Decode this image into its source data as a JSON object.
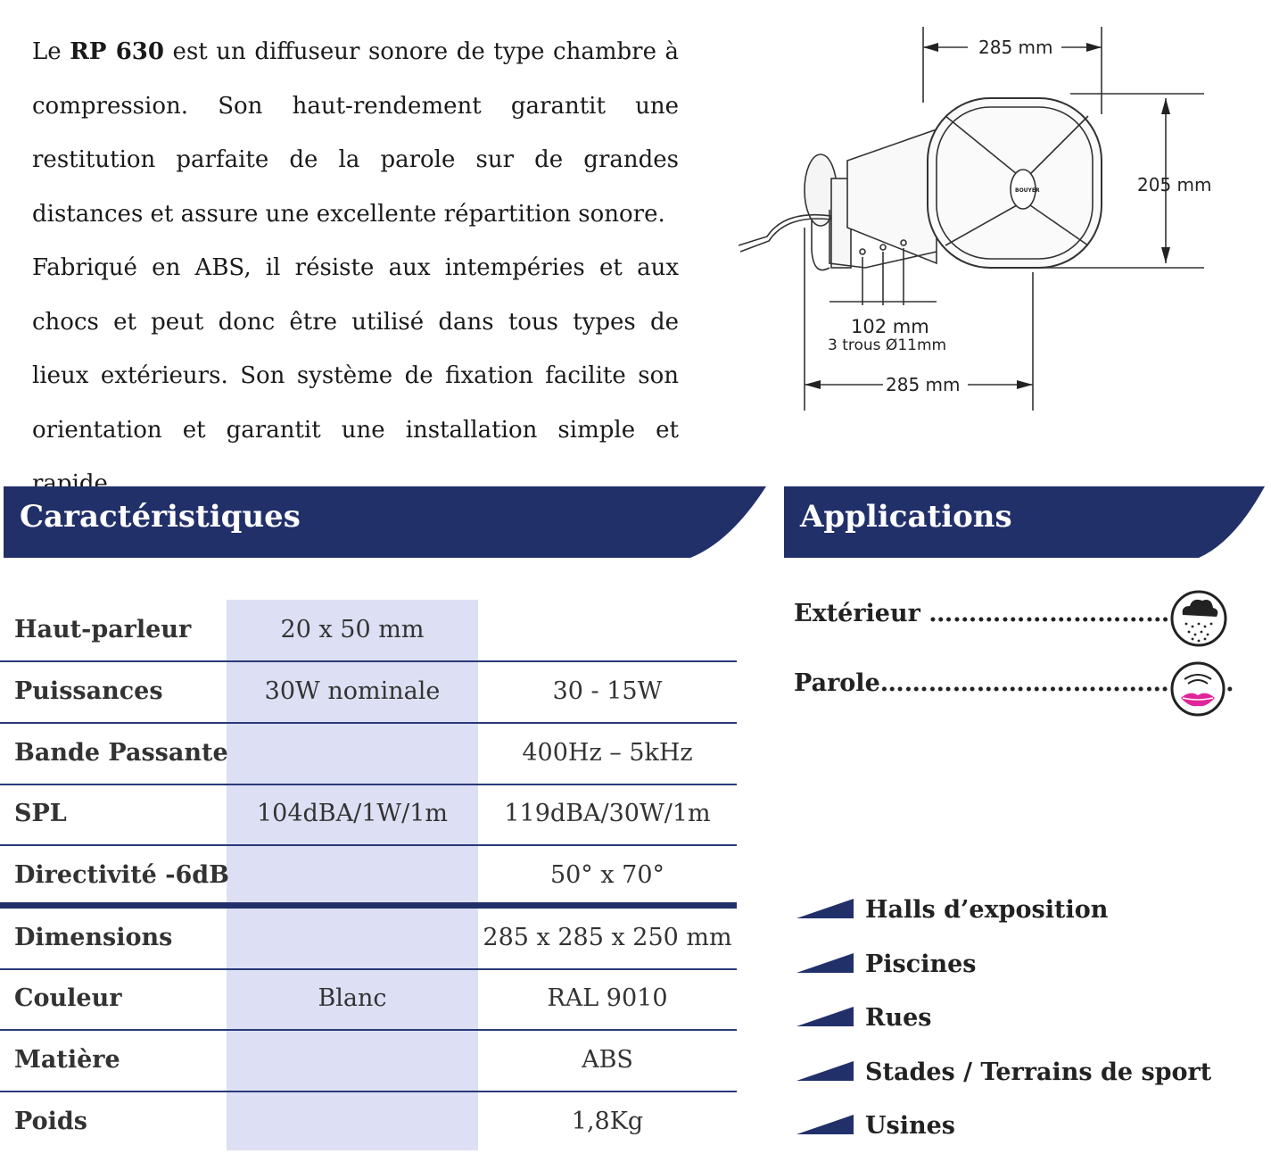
{
  "intro": {
    "p1_pre": "Le ",
    "p1_bold": "RP 630",
    "p1_post": " est un diffuseur sonore de type chambre à compression. Son haut-rendement garantit une restitution parfaite de la parole sur de grandes distances et assure une excellente répartition sonore.",
    "p2": "Fabriqué en ABS, il résiste aux intempéries et aux chocs et peut donc être utilisé dans tous types de lieux extérieurs. Son système de fixation facilite son orientation et garantit une installation simple et rapide."
  },
  "diagram": {
    "width_top": "285 mm",
    "height_right": "205 mm",
    "holes_spacing": "102 mm",
    "holes_note": "3 trous Ø11mm",
    "width_bottom": "285 mm",
    "logo": "BOUYER"
  },
  "sections": {
    "left_title": "Caractéristiques",
    "right_title": "Applications"
  },
  "specs": [
    {
      "label": "Haut-parleur",
      "c1": "20 x 50 mm",
      "c2": ""
    },
    {
      "label": "Puissances",
      "c1": "30W  nominale",
      "c2": "30 - 15W"
    },
    {
      "label": "Bande Passante",
      "c1": "",
      "c2": "400Hz – 5kHz"
    },
    {
      "label": "SPL",
      "c1": "104dBA/1W/1m",
      "c2": "119dBA/30W/1m"
    },
    {
      "label": "Directivité -6dB",
      "c1": "",
      "c2": "50° x 70°"
    },
    {
      "label": "Dimensions",
      "c1": "",
      "c2": "285 x 285 x 250 mm"
    },
    {
      "label": "Couleur",
      "c1": "Blanc",
      "c2": "RAL 9010"
    },
    {
      "label": "Matière",
      "c1": "",
      "c2": "ABS"
    },
    {
      "label": "Poids",
      "c1": "",
      "c2": "1,8Kg"
    }
  ],
  "applications": [
    {
      "label": "Extérieur ……………………………….",
      "icon": "rain-cloud-icon"
    },
    {
      "label": "Parole……………………………………..",
      "icon": "speaking-lips-icon"
    }
  ],
  "venues": [
    "Halls d’exposition",
    "Piscines",
    "Rues",
    "Stades / Terrains de sport",
    "Usines"
  ],
  "colors": {
    "navy": "#22306a",
    "column": "#dde0f4",
    "lips": "#e0259a"
  }
}
